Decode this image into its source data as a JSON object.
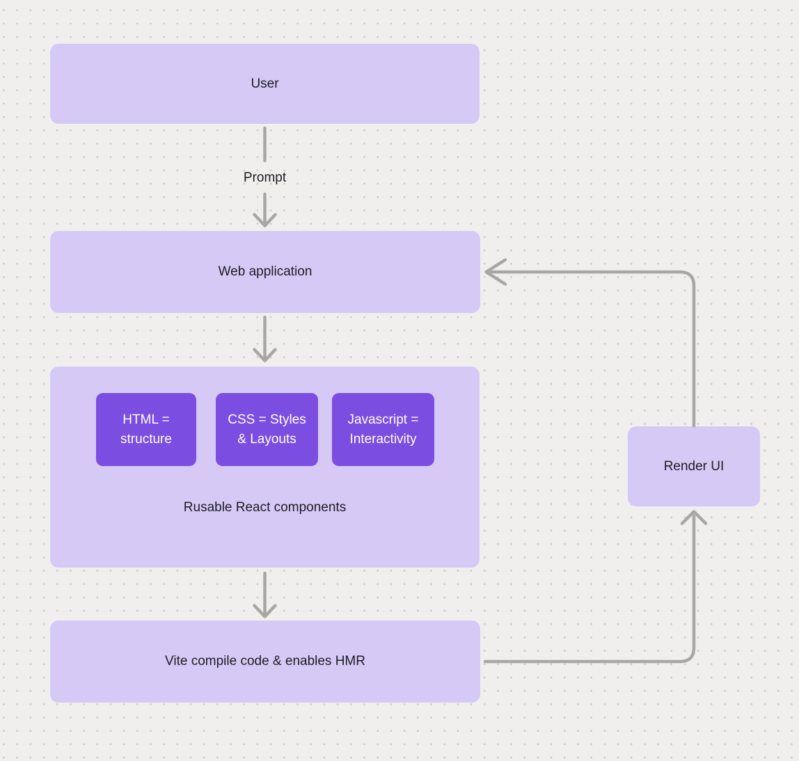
{
  "colors": {
    "background": "#f0efee",
    "dot": "#c9c7c4",
    "node_fill": "#d7c9f6",
    "chip_fill": "#7c4de1",
    "chip_text": "#ffffff",
    "label_text": "#1d1c22",
    "connector": "#a9a7a4"
  },
  "nodes": {
    "user": {
      "label": "User"
    },
    "web_application": {
      "label": "Web application"
    },
    "components": {
      "caption": "Rusable React components",
      "chips": [
        {
          "label": "HTML =\nstructure"
        },
        {
          "label": "CSS = Styles\n& Layouts"
        },
        {
          "label": "Javascript =\nInteractivity"
        }
      ]
    },
    "vite": {
      "label": "Vite compile code & enables HMR"
    },
    "render_ui": {
      "label": "Render UI"
    }
  },
  "edges": {
    "prompt_label": "Prompt"
  }
}
